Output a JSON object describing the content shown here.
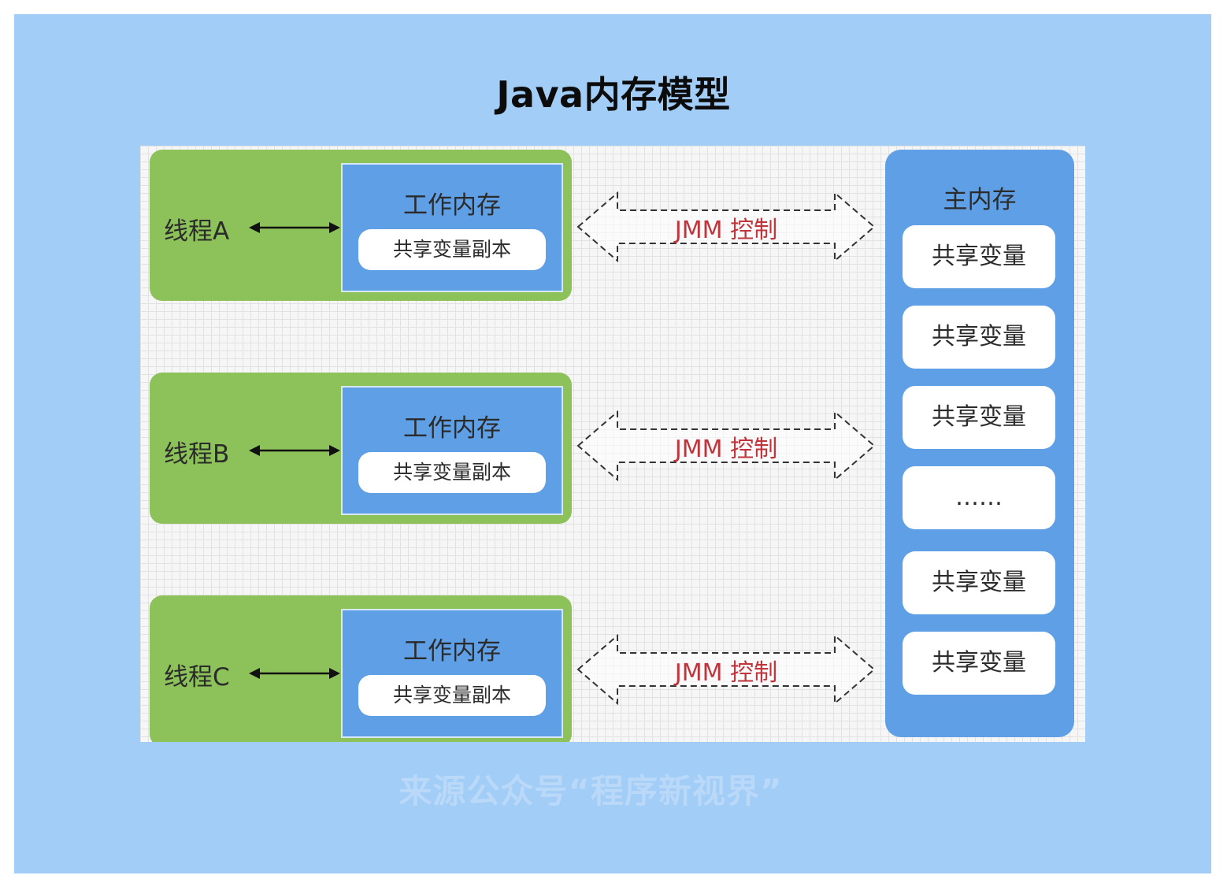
{
  "title": "Java内存模型",
  "threads": [
    {
      "label": "线程A",
      "work_memory": "工作内存",
      "copy": "共享变量副本"
    },
    {
      "label": "线程B",
      "work_memory": "工作内存",
      "copy": "共享变量副本"
    },
    {
      "label": "线程C",
      "work_memory": "工作内存",
      "copy": "共享变量副本"
    }
  ],
  "jmm_label": "JMM 控制",
  "main_memory": {
    "title": "主内存",
    "items": [
      "共享变量",
      "共享变量",
      "共享变量",
      "……",
      "共享变量",
      "共享变量"
    ]
  },
  "credit": "来源公众号“程序新视界”",
  "colors": {
    "panel_bg": "#a1cdf7",
    "thread_green": "#8dc15a",
    "memory_blue": "#5f9fe6",
    "jmm_red": "#c0343b"
  }
}
